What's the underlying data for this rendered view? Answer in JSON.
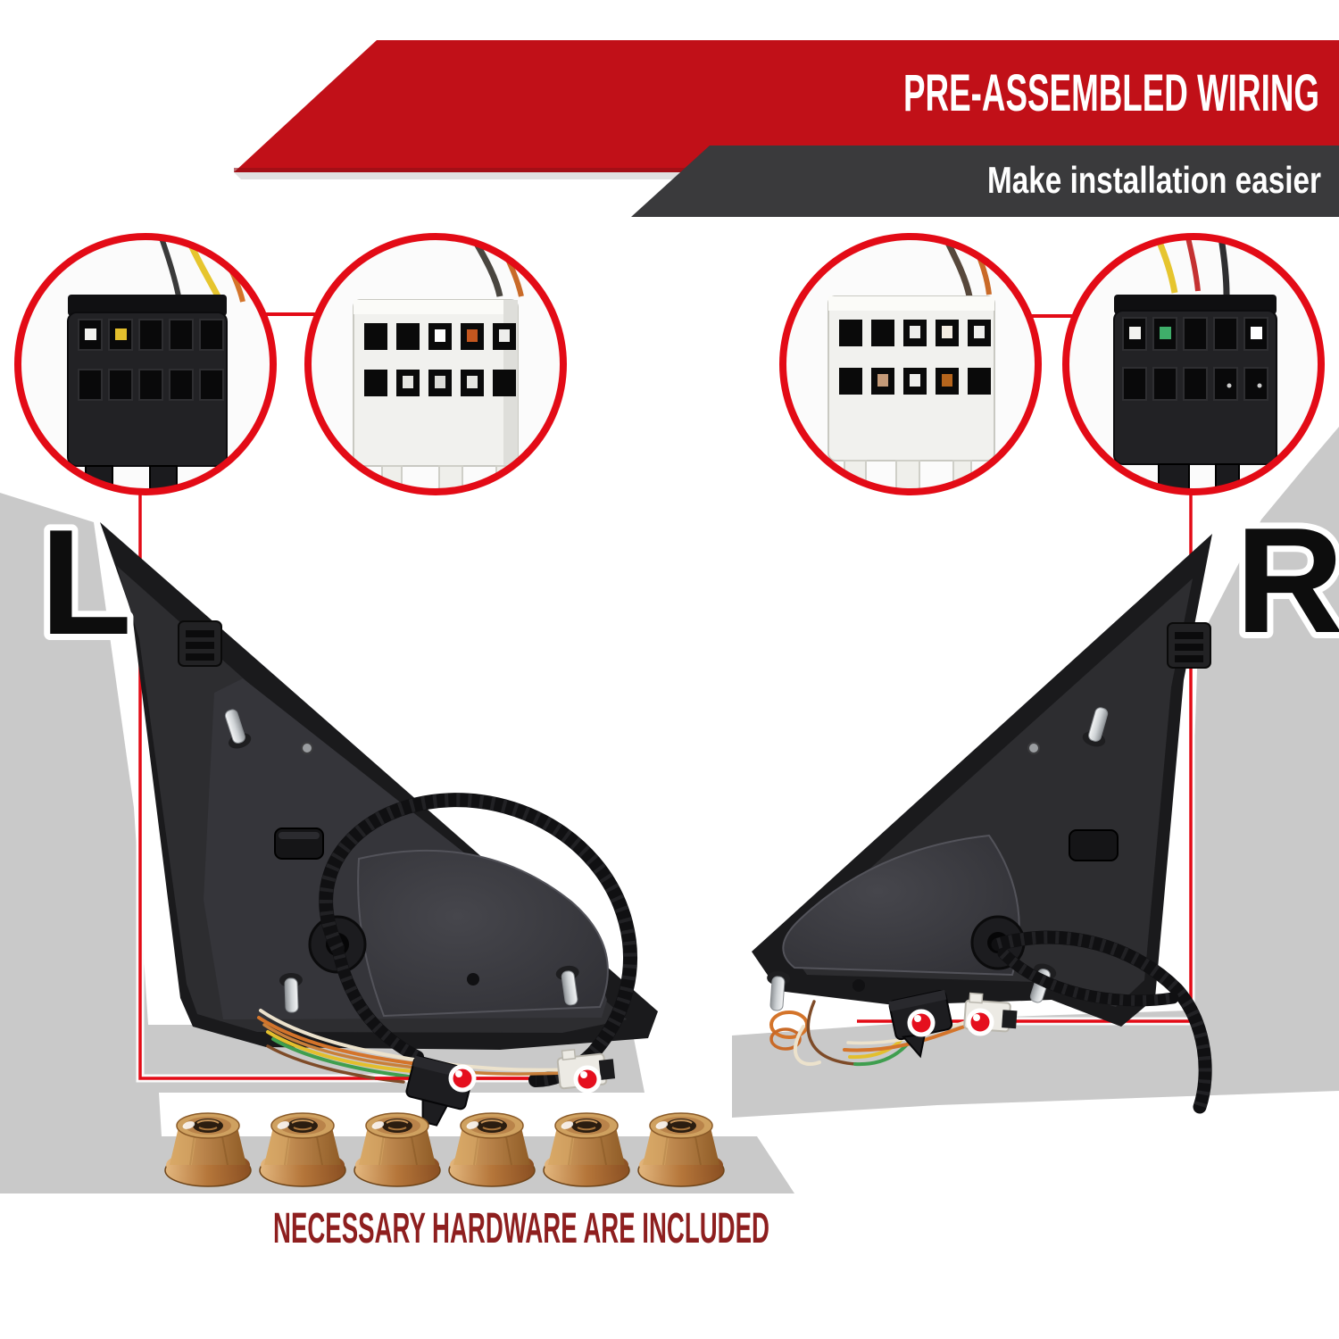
{
  "header": {
    "title": "PRE-ASSEMBLED WIRING",
    "subtitle": "Make installation easier"
  },
  "sides": {
    "left_label": "L",
    "right_label": "R"
  },
  "footer": {
    "note": "NECESSARY HARDWARE ARE INCLUDED"
  },
  "callouts": {
    "left": [
      {
        "name": "black-10-pin-connector-closeup"
      },
      {
        "name": "white-10-pin-connector-closeup"
      }
    ],
    "right": [
      {
        "name": "white-10-pin-connector-closeup"
      },
      {
        "name": "black-10-pin-connector-closeup"
      }
    ]
  },
  "hardware": {
    "nut_count": 6,
    "nut_type": "hex-flange-nut"
  },
  "colors": {
    "banner_red": "#c11018",
    "banner_dark": "#3a3a3c",
    "accent_red": "#e30b16",
    "note_red": "#8e1f1f",
    "bg_gray": "#c9c9c9"
  }
}
